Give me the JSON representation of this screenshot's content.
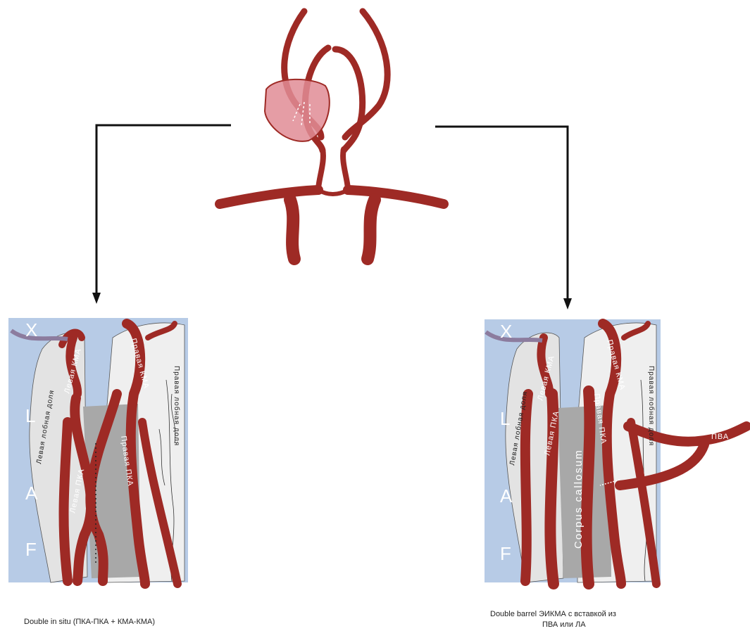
{
  "colors": {
    "artery": "#9e2a25",
    "aneurysm": "#e18c95",
    "falx": "#b7cbe6",
    "lobe": "#e6e6e6",
    "arrow": "#111111"
  },
  "left_panel": {
    "falx": [
      "F",
      "A",
      "L",
      "X"
    ],
    "left_lobe": "Левая лобная доля",
    "right_lobe": "Правая лобная доля",
    "left_kma": "Левая КМА",
    "right_kma": "Правая КМА",
    "left_pka": "Левая ПКА",
    "right_pka": "Правая ПКА",
    "caption": "Double in situ (ПКА-ПКА + КМА-КМА)"
  },
  "right_panel": {
    "falx": [
      "F",
      "A",
      "L",
      "X"
    ],
    "left_lobe": "Левая лобная доля",
    "right_lobe": "Правая лобная доля",
    "left_kma": "Левая КМА",
    "right_kma": "Правая КМА",
    "left_pka": "Левая ПКА",
    "right_pka": "Правая ПКА",
    "corpus": "Corpus callosum",
    "graft": "ПВА",
    "caption_line1": "Double barrel ЭИКМА с вставкой из",
    "caption_line2": "ПВА или ЛА"
  }
}
